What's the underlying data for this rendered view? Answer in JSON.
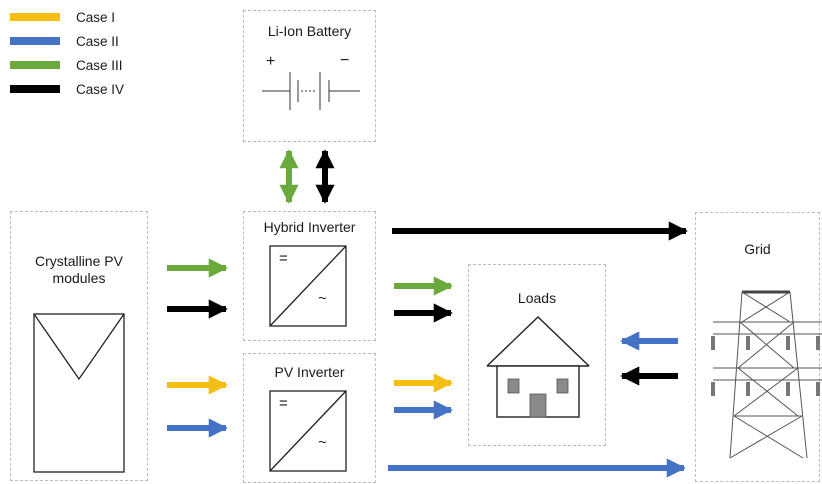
{
  "colors": {
    "case1": "#f5be10",
    "case2": "#4472c4",
    "case3": "#6aaa3c",
    "case4": "#000000",
    "border": "#bdbdbd"
  },
  "legend": [
    {
      "label": "Case I",
      "color_key": "case1"
    },
    {
      "label": "Case II",
      "color_key": "case2"
    },
    {
      "label": "Case III",
      "color_key": "case3"
    },
    {
      "label": "Case IV",
      "color_key": "case4"
    }
  ],
  "nodes": {
    "battery": {
      "title": "Li-Ion Battery",
      "plus": "+",
      "minus": "−"
    },
    "pv_modules": {
      "line1": "Crystalline PV",
      "line2": "modules"
    },
    "hybrid_inverter": {
      "title": "Hybrid Inverter",
      "dc_symbol": "=",
      "ac_symbol": "~"
    },
    "pv_inverter": {
      "title": "PV Inverter",
      "dc_symbol": "=",
      "ac_symbol": "~"
    },
    "loads": {
      "title": "Loads"
    },
    "grid": {
      "title": "Grid"
    }
  },
  "icons": {
    "battery": "battery-symbol-icon",
    "solar_panel": "solar-panel-icon",
    "inverter": "inverter-symbol-icon",
    "house": "house-icon",
    "transmission_tower": "transmission-tower-icon"
  }
}
